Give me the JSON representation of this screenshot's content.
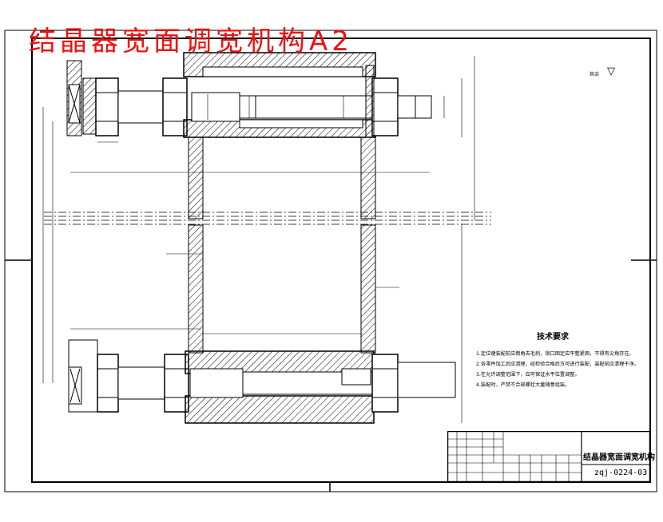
{
  "drawing": {
    "title": "结晶器宽面调宽机构A2",
    "roughness_note": "其余",
    "roughness_symbol": "▽"
  },
  "requirements": {
    "heading": "技术要求",
    "items": [
      "1.定位键装配前应倒角去毛刺，锁口固定应平整紧固，不得有尖角存在。",
      "2.各零件加工后应清理，经检验合格后方可进行装配，装配前应清理干净。",
      "3.在允许调整范围下，应可保证水平位置调整。",
      "4.装配时，严禁不合规螺栓大量随意组装。"
    ]
  },
  "title_block": {
    "name": "结晶器宽面调宽机构",
    "code": "zqj-0224-03"
  }
}
